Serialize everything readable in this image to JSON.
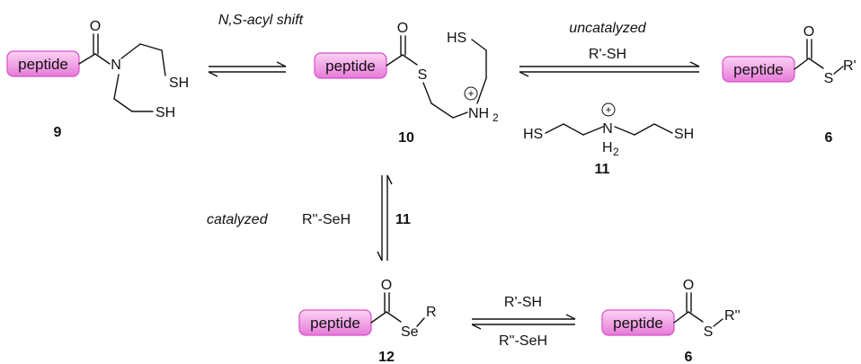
{
  "peptide_label": "peptide",
  "compounds": {
    "c9": {
      "number": "9"
    },
    "c10": {
      "number": "10"
    },
    "c11": {
      "number": "11"
    },
    "c12": {
      "number": "12"
    },
    "c6a": {
      "number": "6"
    },
    "c6b": {
      "number": "6"
    }
  },
  "reactions": {
    "acyl_shift": "N,S-acyl shift",
    "uncatalyzed": "uncatalyzed",
    "thiol_top": "R'-SH",
    "catalyzed": "catalyzed",
    "selenol": "R''-SeH",
    "catalyst_number": "11",
    "bottom_upper": "R'-SH",
    "bottom_lower": "R''-SeH"
  },
  "atoms": {
    "O": "O",
    "N": "N",
    "S": "S",
    "SH": "SH",
    "HS": "HS",
    "NH": "NH",
    "N_only": "N",
    "H": "H",
    "two": "2",
    "plus": "+",
    "Se": "Se",
    "R": "R",
    "R_prime": "R'",
    "R_dprime": "R''"
  },
  "colors": {
    "peptide_fill_light": "#fbd3f3",
    "peptide_fill_dark": "#e77ad9",
    "peptide_stroke": "#d64fc6"
  }
}
